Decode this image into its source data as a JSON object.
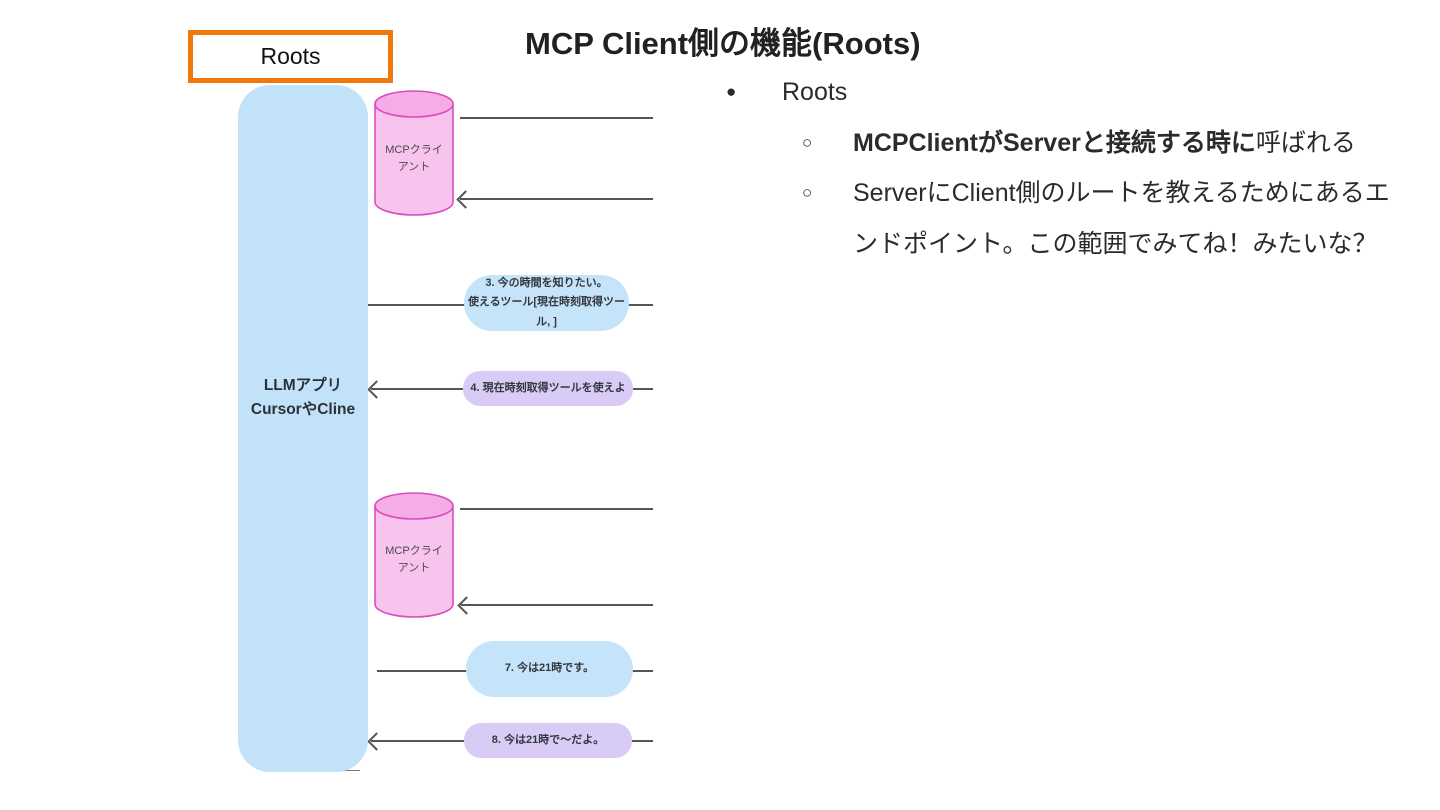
{
  "title": "MCP Client側の機能(Roots)",
  "diagram": {
    "roots_box_label": "Roots",
    "llm_app": {
      "line1": "LLMアプリ",
      "line2": "CursorやCline"
    },
    "mcp_client_top": {
      "line1": "MCPクライ",
      "line2": "アント"
    },
    "mcp_client_bottom": {
      "line1": "MCPクライ",
      "line2": "アント"
    },
    "messages": {
      "msg3": {
        "line1": "3. 今の時間を知りたい。",
        "line2": "使えるツール[現在時刻取得ツール, ]"
      },
      "msg4": "4. 現在時刻取得ツールを使えよ",
      "msg7": "7. 今は21時です。",
      "msg8": "8. 今は21時で〜だよ。"
    }
  },
  "bullets": {
    "marker_level1": "●",
    "marker_level2": "○",
    "item1": "Roots",
    "sub1_bold": "MCPClientがServerと接続する時に",
    "sub1_rest": "呼ばれる",
    "sub2": "ServerにClient側のルートを教えるためにあるエンドポイント。この範囲でみてね！みたいな？"
  },
  "colors": {
    "accent_orange": "#F0770B",
    "llm_rect_blue": "#C2E2F9",
    "bubble_blue": "#C5E4FA",
    "bubble_purple": "#D8CCF7",
    "cylinder_pink_body": "#F8C3ED",
    "cylinder_pink_top": "#F6ACE6",
    "cylinder_stroke": "#D94EBE",
    "line_gray": "#555555"
  }
}
